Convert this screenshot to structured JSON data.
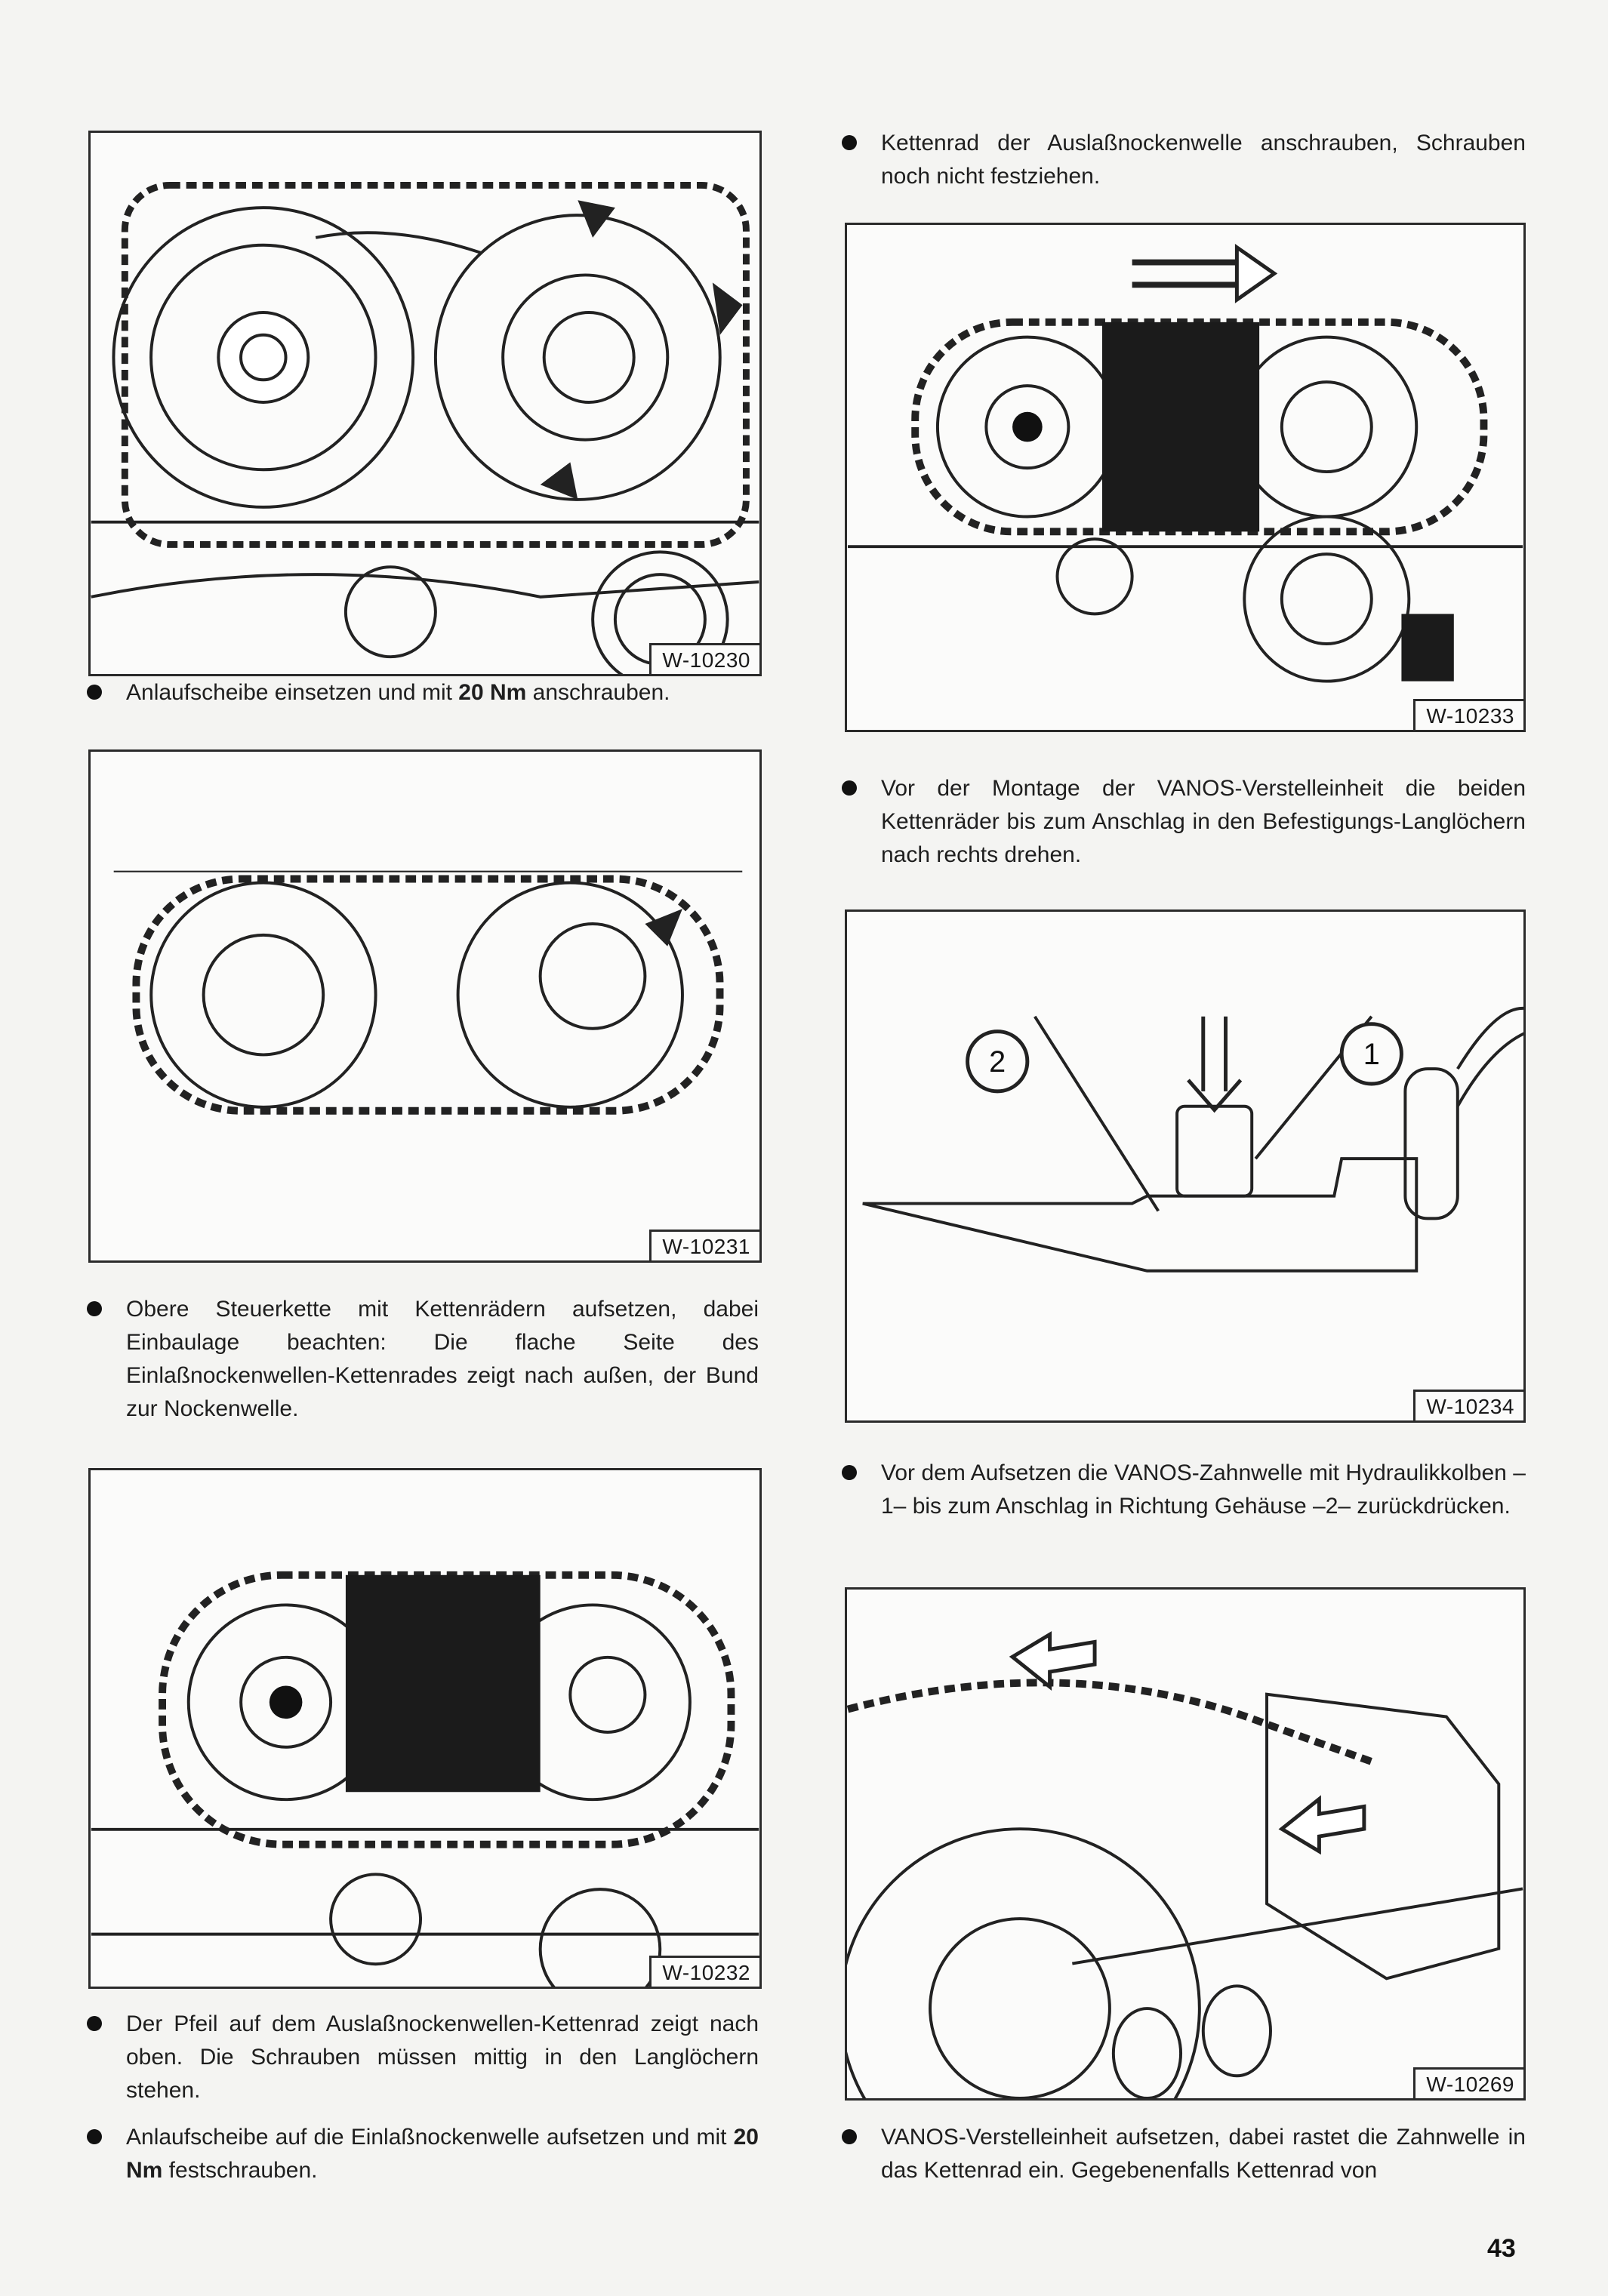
{
  "page_number": "43",
  "figures": {
    "w10230": "W-10230",
    "w10231": "W-10231",
    "w10232": "W-10232",
    "w10233": "W-10233",
    "w10234": "W-10234",
    "w10269": "W-10269"
  },
  "callouts": {
    "piston": "1",
    "housing": "2"
  },
  "paragraphs": {
    "p1_pre": "Anlaufscheibe einsetzen und mit ",
    "p1_bold": "20 Nm",
    "p1_post": " anschrauben.",
    "p2": "Obere Steuerkette mit Kettenrädern aufsetzen, dabei Einbaulage beachten: Die flache Seite des Einlaßnockenwellen-Kettenrades zeigt nach außen, der Bund zur Nockenwelle.",
    "p3": "Der Pfeil auf dem Auslaßnockenwellen-Kettenrad zeigt nach oben. Die Schrauben müssen mittig in den Langlöchern stehen.",
    "p4_pre": "Anlaufscheibe auf die Einlaßnockenwelle aufsetzen und mit ",
    "p4_bold": "20 Nm",
    "p4_post": " festschrauben.",
    "p5": "Kettenrad der Auslaßnockenwelle anschrauben, Schrauben noch nicht festziehen.",
    "p6": "Vor der Montage der VANOS-Verstelleinheit die beiden Kettenräder bis zum Anschlag in den Befestigungs-Langlöchern nach rechts drehen.",
    "p7": "Vor dem Aufsetzen die VANOS-Zahnwelle mit Hydraulikkolben –1– bis zum Anschlag in Richtung Gehäuse –2– zurückdrücken.",
    "p8": "VANOS-Verstelleinheit aufsetzen, dabei rastet die Zahnwelle in das Kettenrad ein. Gegebenenfalls Kettenrad von"
  }
}
